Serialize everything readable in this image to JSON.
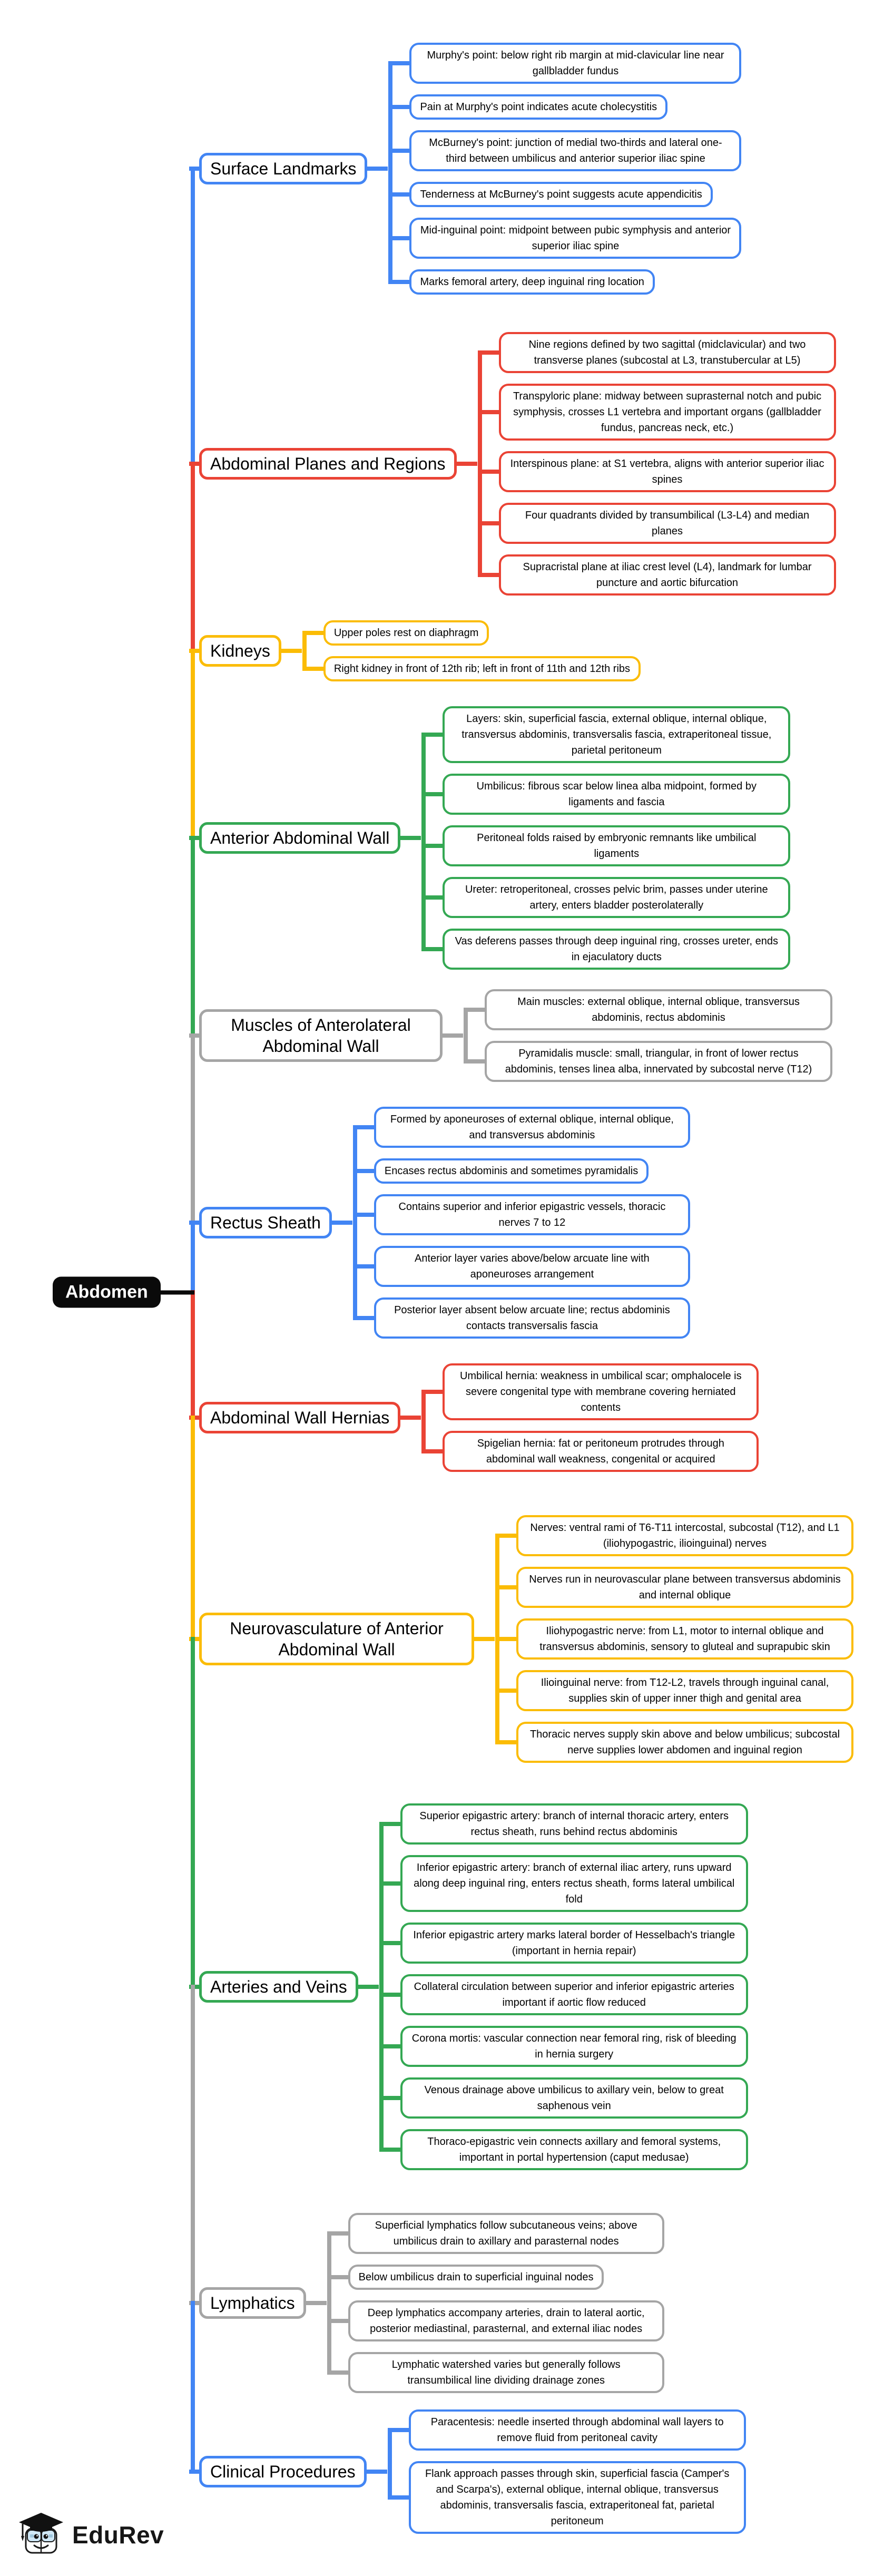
{
  "root": {
    "label": "Abdomen"
  },
  "branding": {
    "logo_text": "EduRev",
    "logo_icon": "graduation-cap-book-mascot"
  },
  "colors": {
    "blue": "#4285F4",
    "red": "#EA4335",
    "yellow": "#FBBC05",
    "green": "#34A853",
    "gray": "#A5A5A5",
    "root_bg": "#0A0A0A",
    "node_bg": "#FFFFFF",
    "text": "#000000"
  },
  "branches": [
    {
      "label": "Surface Landmarks",
      "color": "blue",
      "children": [
        "Murphy's point: below right rib margin at mid-clavicular line near gallbladder fundus",
        "Pain at Murphy's point indicates acute cholecystitis",
        "McBurney's point: junction of medial two-thirds and lateral one-third between umbilicus and anterior superior iliac spine",
        "Tenderness at McBurney's point suggests acute appendicitis",
        "Mid-inguinal point: midpoint between pubic symphysis and anterior superior iliac spine",
        "Marks femoral artery, deep inguinal ring location"
      ]
    },
    {
      "label": "Abdominal Planes and Regions",
      "color": "red",
      "children": [
        "Nine regions defined by two sagittal (midclavicular) and two transverse planes (subcostal at L3, transtubercular at L5)",
        "Transpyloric plane: midway between suprasternal notch and pubic symphysis, crosses L1 vertebra and important organs (gallbladder fundus, pancreas neck, etc.)",
        "Interspinous plane: at S1 vertebra, aligns with anterior superior iliac spines",
        "Four quadrants divided by transumbilical (L3-L4) and median planes",
        "Supracristal plane at iliac crest level (L4), landmark for lumbar puncture and aortic bifurcation"
      ]
    },
    {
      "label": "Kidneys",
      "color": "yellow",
      "children": [
        "Upper poles rest on diaphragm",
        "Right kidney in front of 12th rib; left in front of 11th and 12th ribs"
      ]
    },
    {
      "label": "Anterior Abdominal Wall",
      "color": "green",
      "children": [
        "Layers: skin, superficial fascia, external oblique, internal oblique, transversus abdominis, transversalis fascia, extraperitoneal tissue, parietal peritoneum",
        "Umbilicus: fibrous scar below linea alba midpoint, formed by ligaments and fascia",
        "Peritoneal folds raised by embryonic remnants like umbilical ligaments",
        "Ureter: retroperitoneal, crosses pelvic brim, passes under uterine artery, enters bladder posterolaterally",
        "Vas deferens passes through deep inguinal ring, crosses ureter, ends in ejaculatory ducts"
      ]
    },
    {
      "label": "Muscles of Anterolateral Abdominal Wall",
      "color": "gray",
      "children": [
        "Main muscles: external oblique, internal oblique, transversus abdominis, rectus abdominis",
        "Pyramidalis muscle: small, triangular, in front of lower rectus abdominis, tenses linea alba, innervated by subcostal nerve (T12)"
      ]
    },
    {
      "label": "Rectus Sheath",
      "color": "blue",
      "children": [
        "Formed by aponeuroses of external oblique, internal oblique, and transversus abdominis",
        "Encases rectus abdominis and sometimes pyramidalis",
        "Contains superior and inferior epigastric vessels, thoracic nerves 7 to 12",
        "Anterior layer varies above/below arcuate line with aponeuroses arrangement",
        "Posterior layer absent below arcuate line; rectus abdominis contacts transversalis fascia"
      ]
    },
    {
      "label": "Abdominal Wall Hernias",
      "color": "red",
      "children": [
        "Umbilical hernia: weakness in umbilical scar; omphalocele is severe congenital type with membrane covering herniated contents",
        "Spigelian hernia: fat or peritoneum protrudes through abdominal wall weakness, congenital or acquired"
      ]
    },
    {
      "label": "Neurovasculature of Anterior Abdominal Wall",
      "color": "yellow",
      "children": [
        "Nerves: ventral rami of T6-T11 intercostal, subcostal (T12), and L1 (iliohypogastric, ilioinguinal) nerves",
        "Nerves run in neurovascular plane between transversus abdominis and internal oblique",
        "Iliohypogastric nerve: from L1, motor to internal oblique and transversus abdominis, sensory to gluteal and suprapubic skin",
        "Ilioinguinal nerve: from T12-L2, travels through inguinal canal, supplies skin of upper inner thigh and genital area",
        "Thoracic nerves supply skin above and below umbilicus; subcostal nerve supplies lower abdomen and inguinal region"
      ]
    },
    {
      "label": "Arteries and Veins",
      "color": "green",
      "children": [
        "Superior epigastric artery: branch of internal thoracic artery, enters rectus sheath, runs behind rectus abdominis",
        "Inferior epigastric artery: branch of external iliac artery, runs upward along deep inguinal ring, enters rectus sheath, forms lateral umbilical fold",
        "Inferior epigastric artery marks lateral border of Hesselbach's triangle (important in hernia repair)",
        "Collateral circulation between superior and inferior epigastric arteries important if aortic flow reduced",
        "Corona mortis: vascular connection near femoral ring, risk of bleeding in hernia surgery",
        "Venous drainage above umbilicus to axillary vein, below to great saphenous vein",
        "Thoraco-epigastric vein connects axillary and femoral systems, important in portal hypertension (caput medusae)"
      ]
    },
    {
      "label": "Lymphatics",
      "color": "gray",
      "children": [
        "Superficial lymphatics follow subcutaneous veins; above umbilicus drain to axillary and parasternal nodes",
        "Below umbilicus drain to superficial inguinal nodes",
        "Deep lymphatics accompany arteries, drain to lateral aortic, posterior mediastinal, parasternal, and external iliac nodes",
        "Lymphatic watershed varies but generally follows transumbilical line dividing drainage zones"
      ]
    },
    {
      "label": "Clinical Procedures",
      "color": "blue",
      "children": [
        "Paracentesis: needle inserted through abdominal wall layers to remove fluid from peritoneal cavity",
        "Flank approach passes through skin, superficial fascia (Camper's and Scarpa's), external oblique, internal oblique, transversus abdominis, transversalis fascia, extraperitoneal fat, parietal peritoneum"
      ]
    }
  ]
}
